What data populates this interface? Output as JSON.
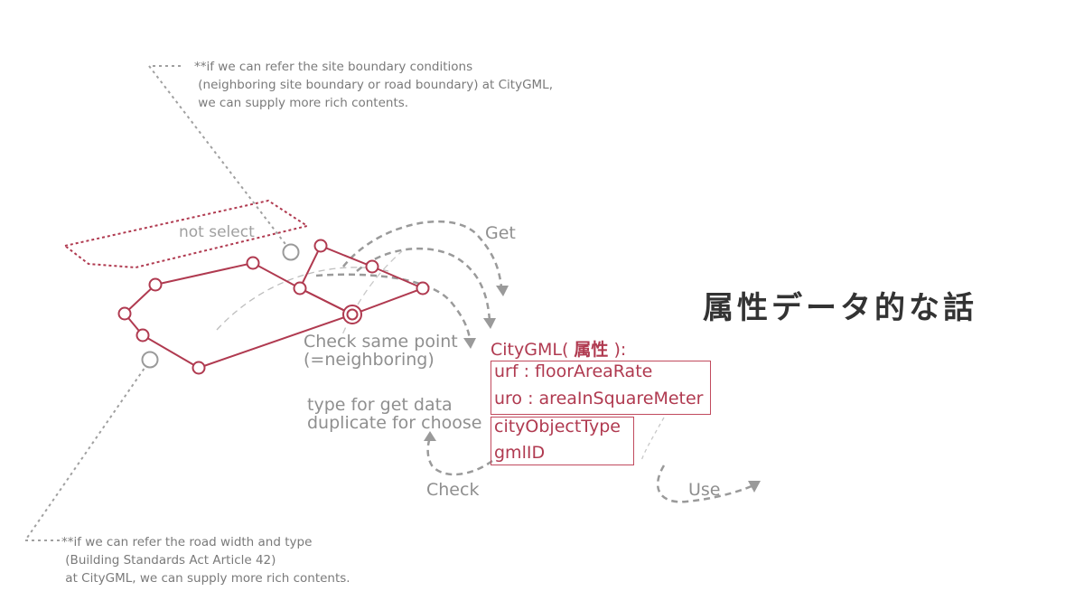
{
  "notes": {
    "top": "**if we can refer the site boundary conditions\n (neighboring site boundary or road boundary) at CityGML,\n we can supply more rich contents.",
    "bottom": "**if we can refer the road width and type\n (Building Standards Act Article 42)\n at CityGML, we can supply more rich contents."
  },
  "labels": {
    "not_select": "not select",
    "get": "Get",
    "check_same_point_1": "Check same point",
    "check_same_point_2": "(=neighboring)",
    "type_for_get_data": "type for get data",
    "duplicate_for_choose": "duplicate for choose",
    "check": "Check",
    "use": "Use"
  },
  "citygml": {
    "header_prefix": "CityGML( ",
    "header_bold": "属性",
    "header_suffix": " ):",
    "box1": [
      "urf : floorAreaRate",
      "uro : areaInSquareMeter"
    ],
    "box2": [
      "cityObjectType",
      "gmlID"
    ]
  },
  "title": "属性データ的な話",
  "colors": {
    "accent": "#b03a50",
    "grey": "#9a9a9a",
    "text": "#333333"
  }
}
